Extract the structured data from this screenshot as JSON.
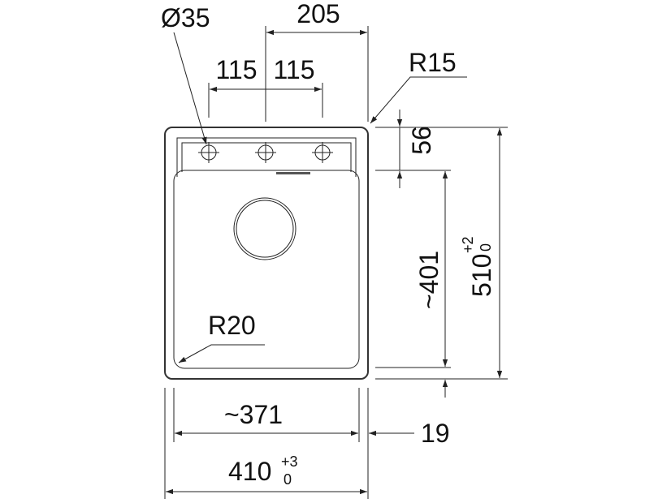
{
  "dimensions": {
    "hole_diameter": "Ø35",
    "hole_span": "205",
    "hole_pitch_left": "115",
    "hole_pitch_right": "115",
    "corner_radius_outer": "R15",
    "corner_radius_bowl": "R20",
    "deck_depth": "56",
    "bowl_depth": "~401",
    "overall_depth": "510",
    "overall_depth_tol_upper": "+2",
    "overall_depth_tol_lower": "0",
    "bowl_width": "~371",
    "rim_offset": "19",
    "overall_width": "410",
    "overall_width_tol_upper": "+3",
    "overall_width_tol_lower": "0"
  },
  "colors": {
    "line": "#222222",
    "outline": "#333333",
    "background": "#ffffff"
  }
}
